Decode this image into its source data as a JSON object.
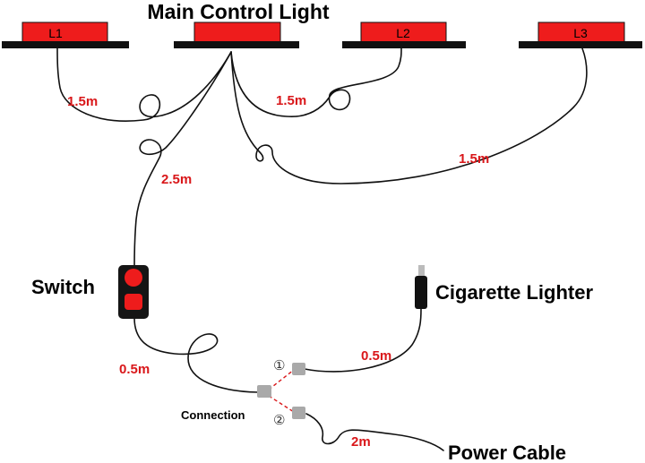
{
  "title": "Main Control Light",
  "lamps": [
    {
      "label": "L1"
    },
    {
      "label": ""
    },
    {
      "label": "L2"
    },
    {
      "label": "L3"
    }
  ],
  "cable_lengths": {
    "main_to_l1": "1.5m",
    "main_to_l2": "1.5m",
    "main_to_l3": "1.5m",
    "main_to_switch": "2.5m",
    "switch_to_connection": "0.5m",
    "connection_to_lighter": "0.5m",
    "connection_to_power": "2m"
  },
  "components": {
    "switch": "Switch",
    "cigarette_lighter": "Cigarette Lighter",
    "connection": "Connection",
    "power_cable": "Power Cable",
    "port_1": "①",
    "port_2": "②"
  },
  "colors": {
    "lamp_red": "#ee1c1c",
    "length_red": "#d9171a",
    "wire": "#111111",
    "connector_grey": "#a9a9a9"
  }
}
